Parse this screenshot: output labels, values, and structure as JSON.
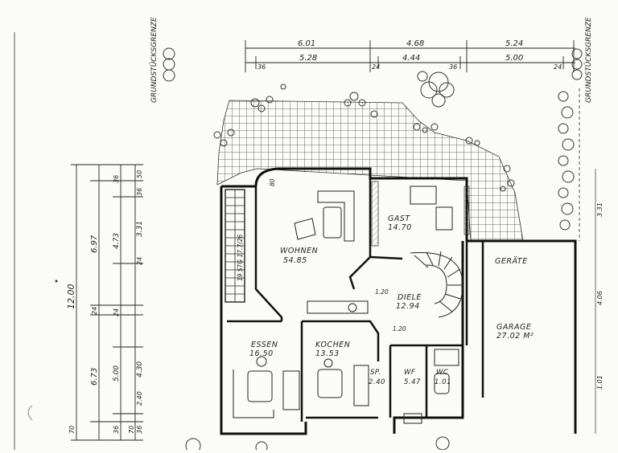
{
  "plan": {
    "top_dims_outer": [
      "6.01",
      "4.68",
      "5.24"
    ],
    "top_dims_inner": [
      "5.28",
      "4.44",
      "5.00"
    ],
    "top_small": [
      "36",
      "24",
      "36",
      "24"
    ],
    "left_total": "12.00",
    "left_mid": [
      "6.97",
      "6.73"
    ],
    "left_inner": [
      "4.73",
      "5.00"
    ],
    "left_small_top": [
      "36",
      "50",
      "36"
    ],
    "left_col": [
      "3.31",
      "4.30",
      "2.40"
    ],
    "left_bottom": [
      "36",
      "70",
      "70",
      "36"
    ],
    "left_misc": [
      "24",
      "24",
      "24"
    ],
    "property_line": "GRUNDSTÜCKSGRENZE",
    "rooms": [
      {
        "key": "wohnen",
        "name": "WOHNEN",
        "area": "54.85"
      },
      {
        "key": "essen",
        "name": "ESSEN",
        "area": "16.50"
      },
      {
        "key": "kochen",
        "name": "KOCHEN",
        "area": "13.53"
      },
      {
        "key": "gast",
        "name": "GAST",
        "area": "14.70"
      },
      {
        "key": "diele",
        "name": "DIELE",
        "area": "12.94"
      },
      {
        "key": "garage",
        "name": "GARAGE",
        "area": "27.02 M²"
      },
      {
        "key": "geraete",
        "name": "GERÄTE",
        "area": ""
      },
      {
        "key": "sp",
        "name": "SP.",
        "area": "2.40"
      },
      {
        "key": "wf",
        "name": "WF",
        "area": "5.47"
      },
      {
        "key": "wc",
        "name": "WC",
        "area": "1.01"
      }
    ],
    "stair_label": "19 STG 17.7/26",
    "opening_labels": [
      "1.20",
      "1.20",
      "80"
    ],
    "right_edge_labels": [
      "3.31",
      "1.01",
      "4.06"
    ]
  },
  "colors": {
    "ink": "#222222",
    "paper": "#fbfbf9"
  }
}
